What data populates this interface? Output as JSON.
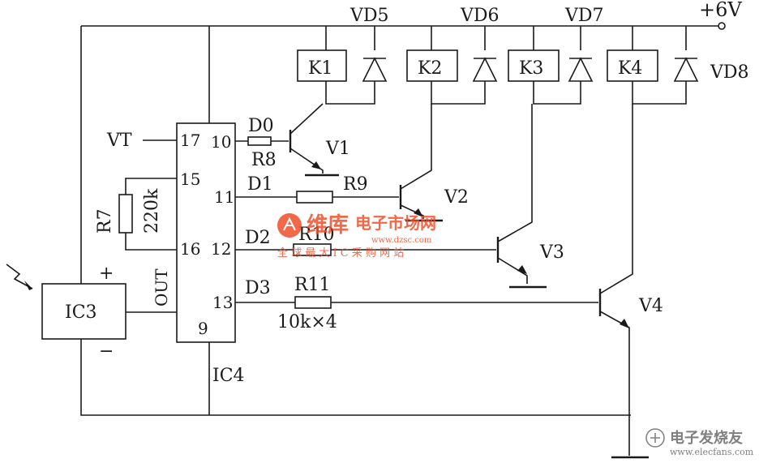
{
  "supply": "+6V",
  "relays": [
    "K1",
    "K2",
    "K3",
    "K4"
  ],
  "diodes": [
    "VD5",
    "VD6",
    "VD7",
    "VD8"
  ],
  "transistors": [
    "V1",
    "V2",
    "V3",
    "V4"
  ],
  "outputs": [
    "D0",
    "D1",
    "D2",
    "D3"
  ],
  "resistors": [
    "R8",
    "R9",
    "R10",
    "R11"
  ],
  "resistor_value": "10k×4",
  "r7": {
    "name": "R7",
    "value": "220k"
  },
  "ic3": {
    "label": "IC3",
    "plus": "+",
    "minus": "−",
    "out": "OUT"
  },
  "ic4": {
    "label": "IC4",
    "vt": "VT",
    "pins": {
      "p17": "17",
      "p10": "10",
      "p15": "15",
      "p11": "11",
      "p16": "16",
      "p12": "12",
      "p13": "13",
      "p9": "9"
    }
  },
  "watermark_center": {
    "brand": "维库",
    "cn": "电子市场网",
    "url": "www.dzsc.com",
    "sub": "全 球 最 大 I C 采 购 网 站"
  },
  "watermark_corner": {
    "cn": "电子发烧友",
    "url": "www.elecfans.com"
  },
  "colors": {
    "line": "#1a1a1a",
    "watermark": "#f0502a",
    "watermark_corner": "#555555"
  }
}
